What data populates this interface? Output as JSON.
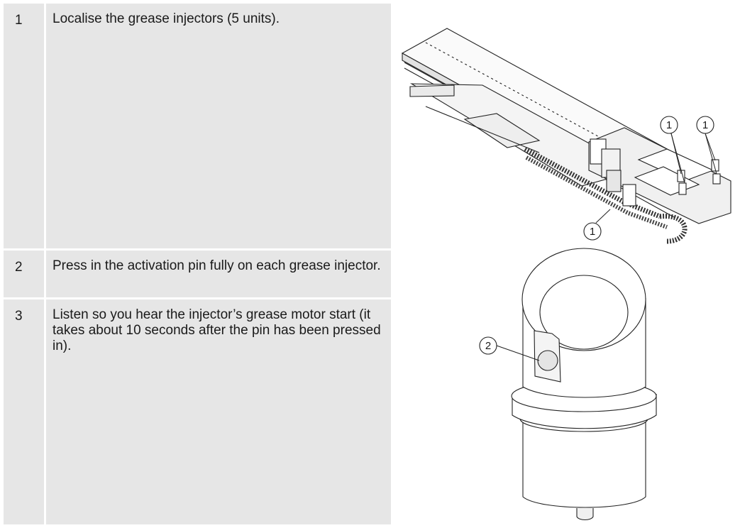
{
  "steps": [
    {
      "number": "1",
      "text": "Localise the grease injectors (5 units)."
    },
    {
      "number": "2",
      "text": "Press in the activation pin fully on each grease injector."
    },
    {
      "number": "3",
      "text": "Listen so you hear the injector’s grease motor start (it takes about 10 seconds after the pin has been pressed in)."
    }
  ],
  "figure": {
    "callout_injector": "1",
    "callout_pin": "2"
  }
}
